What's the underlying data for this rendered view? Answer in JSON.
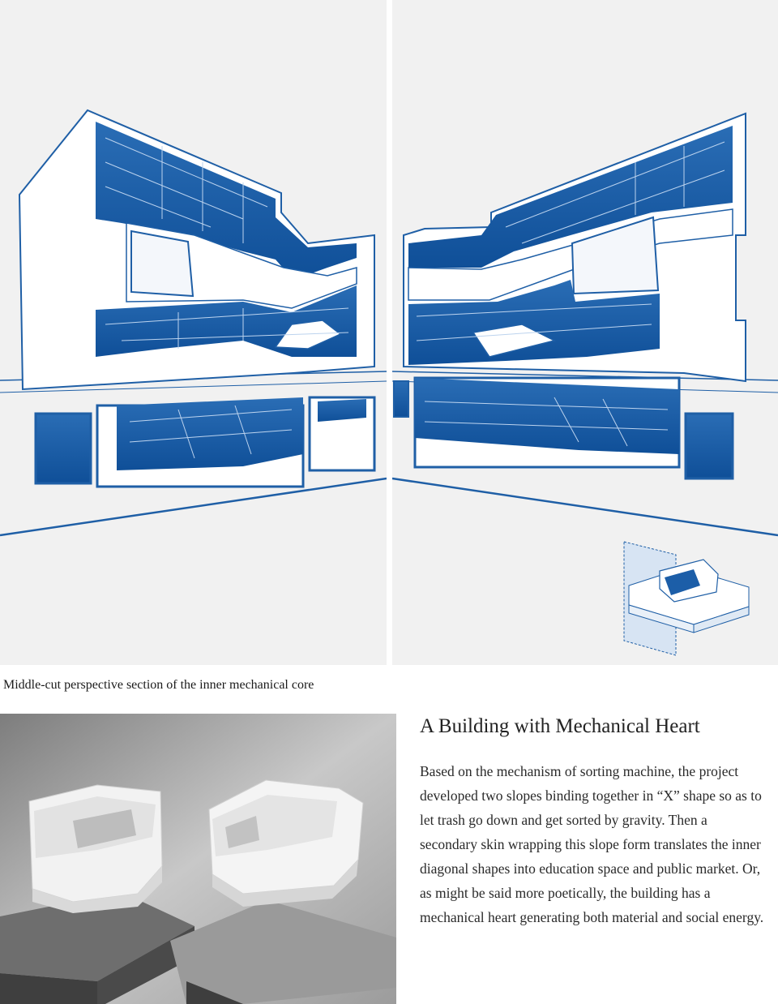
{
  "caption": "Middle-cut perspective section of the inner mechanical core",
  "article": {
    "heading": "A Building with Mechanical Heart",
    "body": "Based on the mechanism of  sorting machine, the project developed two slopes binding together in “X” shape so as to let trash go down and get sorted by gravity. Then a secondary skin wrapping this slope form translates the inner diagonal shapes into education space and public market. Or, as might be said more poetically, the building has a mechanical heart generating both material and social energy."
  },
  "colors": {
    "section_blue": "#1c5ea8",
    "line_blue": "#1f5fa6",
    "panel_bg": "#f1f1f1"
  }
}
